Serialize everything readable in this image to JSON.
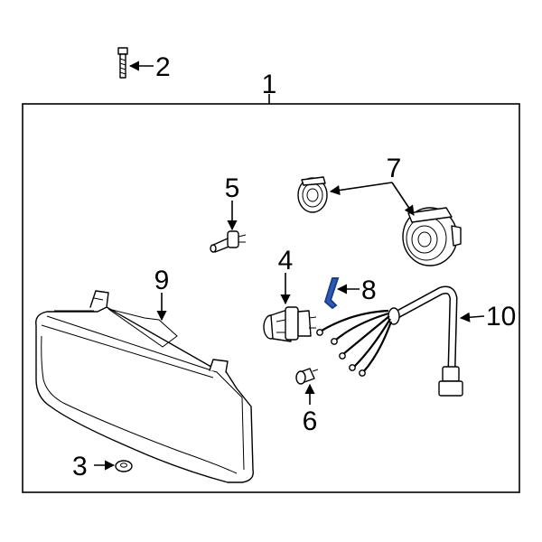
{
  "callouts": {
    "c1": "1",
    "c2": "2",
    "c3": "3",
    "c4": "4",
    "c5": "5",
    "c6": "6",
    "c7": "7",
    "c8": "8",
    "c9": "9",
    "c10": "10"
  },
  "colors": {
    "line": "#000000",
    "highlight_part": "#2f5bb5",
    "background": "#ffffff"
  }
}
